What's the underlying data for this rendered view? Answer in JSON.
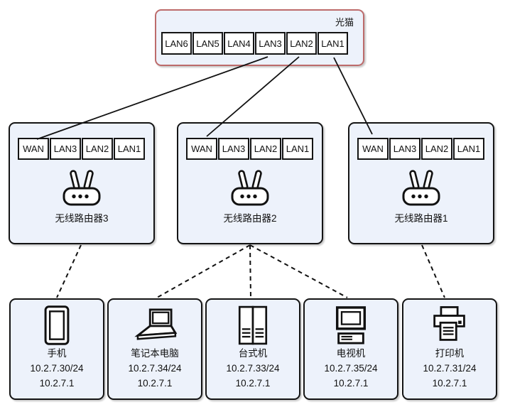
{
  "modem": {
    "label": "光猫",
    "ports": [
      "LAN6",
      "LAN5",
      "LAN4",
      "LAN3",
      "LAN2",
      "LAN1"
    ]
  },
  "routers": [
    {
      "label": "无线路由器3",
      "ports": [
        "WAN",
        "LAN3",
        "LAN2",
        "LAN1"
      ]
    },
    {
      "label": "无线路由器2",
      "ports": [
        "WAN",
        "LAN3",
        "LAN2",
        "LAN1"
      ]
    },
    {
      "label": "无线路由器1",
      "ports": [
        "WAN",
        "LAN3",
        "LAN2",
        "LAN1"
      ]
    }
  ],
  "devices": [
    {
      "label": "手机",
      "ip": "10.2.7.30/24",
      "gateway": "10.2.7.1"
    },
    {
      "label": "笔记本电脑",
      "ip": "10.2.7.34/24",
      "gateway": "10.2.7.1"
    },
    {
      "label": "台式机",
      "ip": "10.2.7.33/24",
      "gateway": "10.2.7.1"
    },
    {
      "label": "电视机",
      "ip": "10.2.7.35/24",
      "gateway": "10.2.7.1"
    },
    {
      "label": "打印机",
      "ip": "10.2.7.31/24",
      "gateway": "10.2.7.1"
    }
  ],
  "links": {
    "solid": [
      {
        "from": "光猫 LAN3",
        "to": "无线路由器3 WAN"
      },
      {
        "from": "光猫 LAN2",
        "to": "无线路由器2 WAN"
      },
      {
        "from": "光猫 LAN1",
        "to": "无线路由器1 WAN"
      }
    ],
    "dashed": [
      {
        "from": "无线路由器3",
        "to": "手机"
      },
      {
        "from": "无线路由器2",
        "to": "笔记本电脑"
      },
      {
        "from": "无线路由器2",
        "to": "台式机"
      },
      {
        "from": "无线路由器2",
        "to": "电视机"
      },
      {
        "from": "无线路由器1",
        "to": "打印机"
      }
    ]
  },
  "colors": {
    "modem_border": "#bd6b6b",
    "node_border": "#141414",
    "node_fill": "#edf2fb",
    "port_fill": "#ffffff",
    "line": "#111111"
  }
}
